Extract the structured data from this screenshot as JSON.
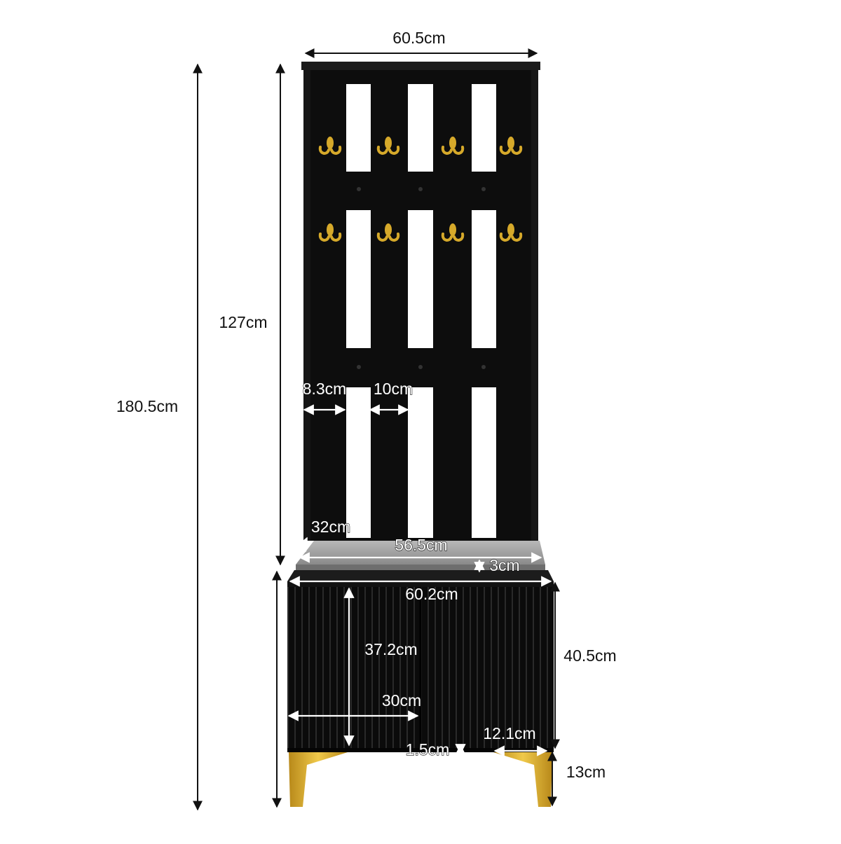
{
  "colors": {
    "body": "#0d0d0d",
    "gold": "#d6a92a",
    "cushion": "#9c9c9c",
    "arrow": "#111111",
    "background": "#ffffff"
  },
  "dimensions": {
    "top_width": "60.5cm",
    "upper_height": "127cm",
    "total_height": "180.5cm",
    "side_gap": "8.3cm",
    "slat_width": "10cm",
    "cushion_depth": "32cm",
    "cushion_width": "56.5cm",
    "cushion_thickness": "3cm",
    "cabinet_width": "60.2cm",
    "inner_height": "37.2cm",
    "cabinet_height": "40.5cm",
    "door_width": "30cm",
    "leg_inset": "12.1cm",
    "gap": "1.5cm",
    "leg_height": "13cm"
  }
}
